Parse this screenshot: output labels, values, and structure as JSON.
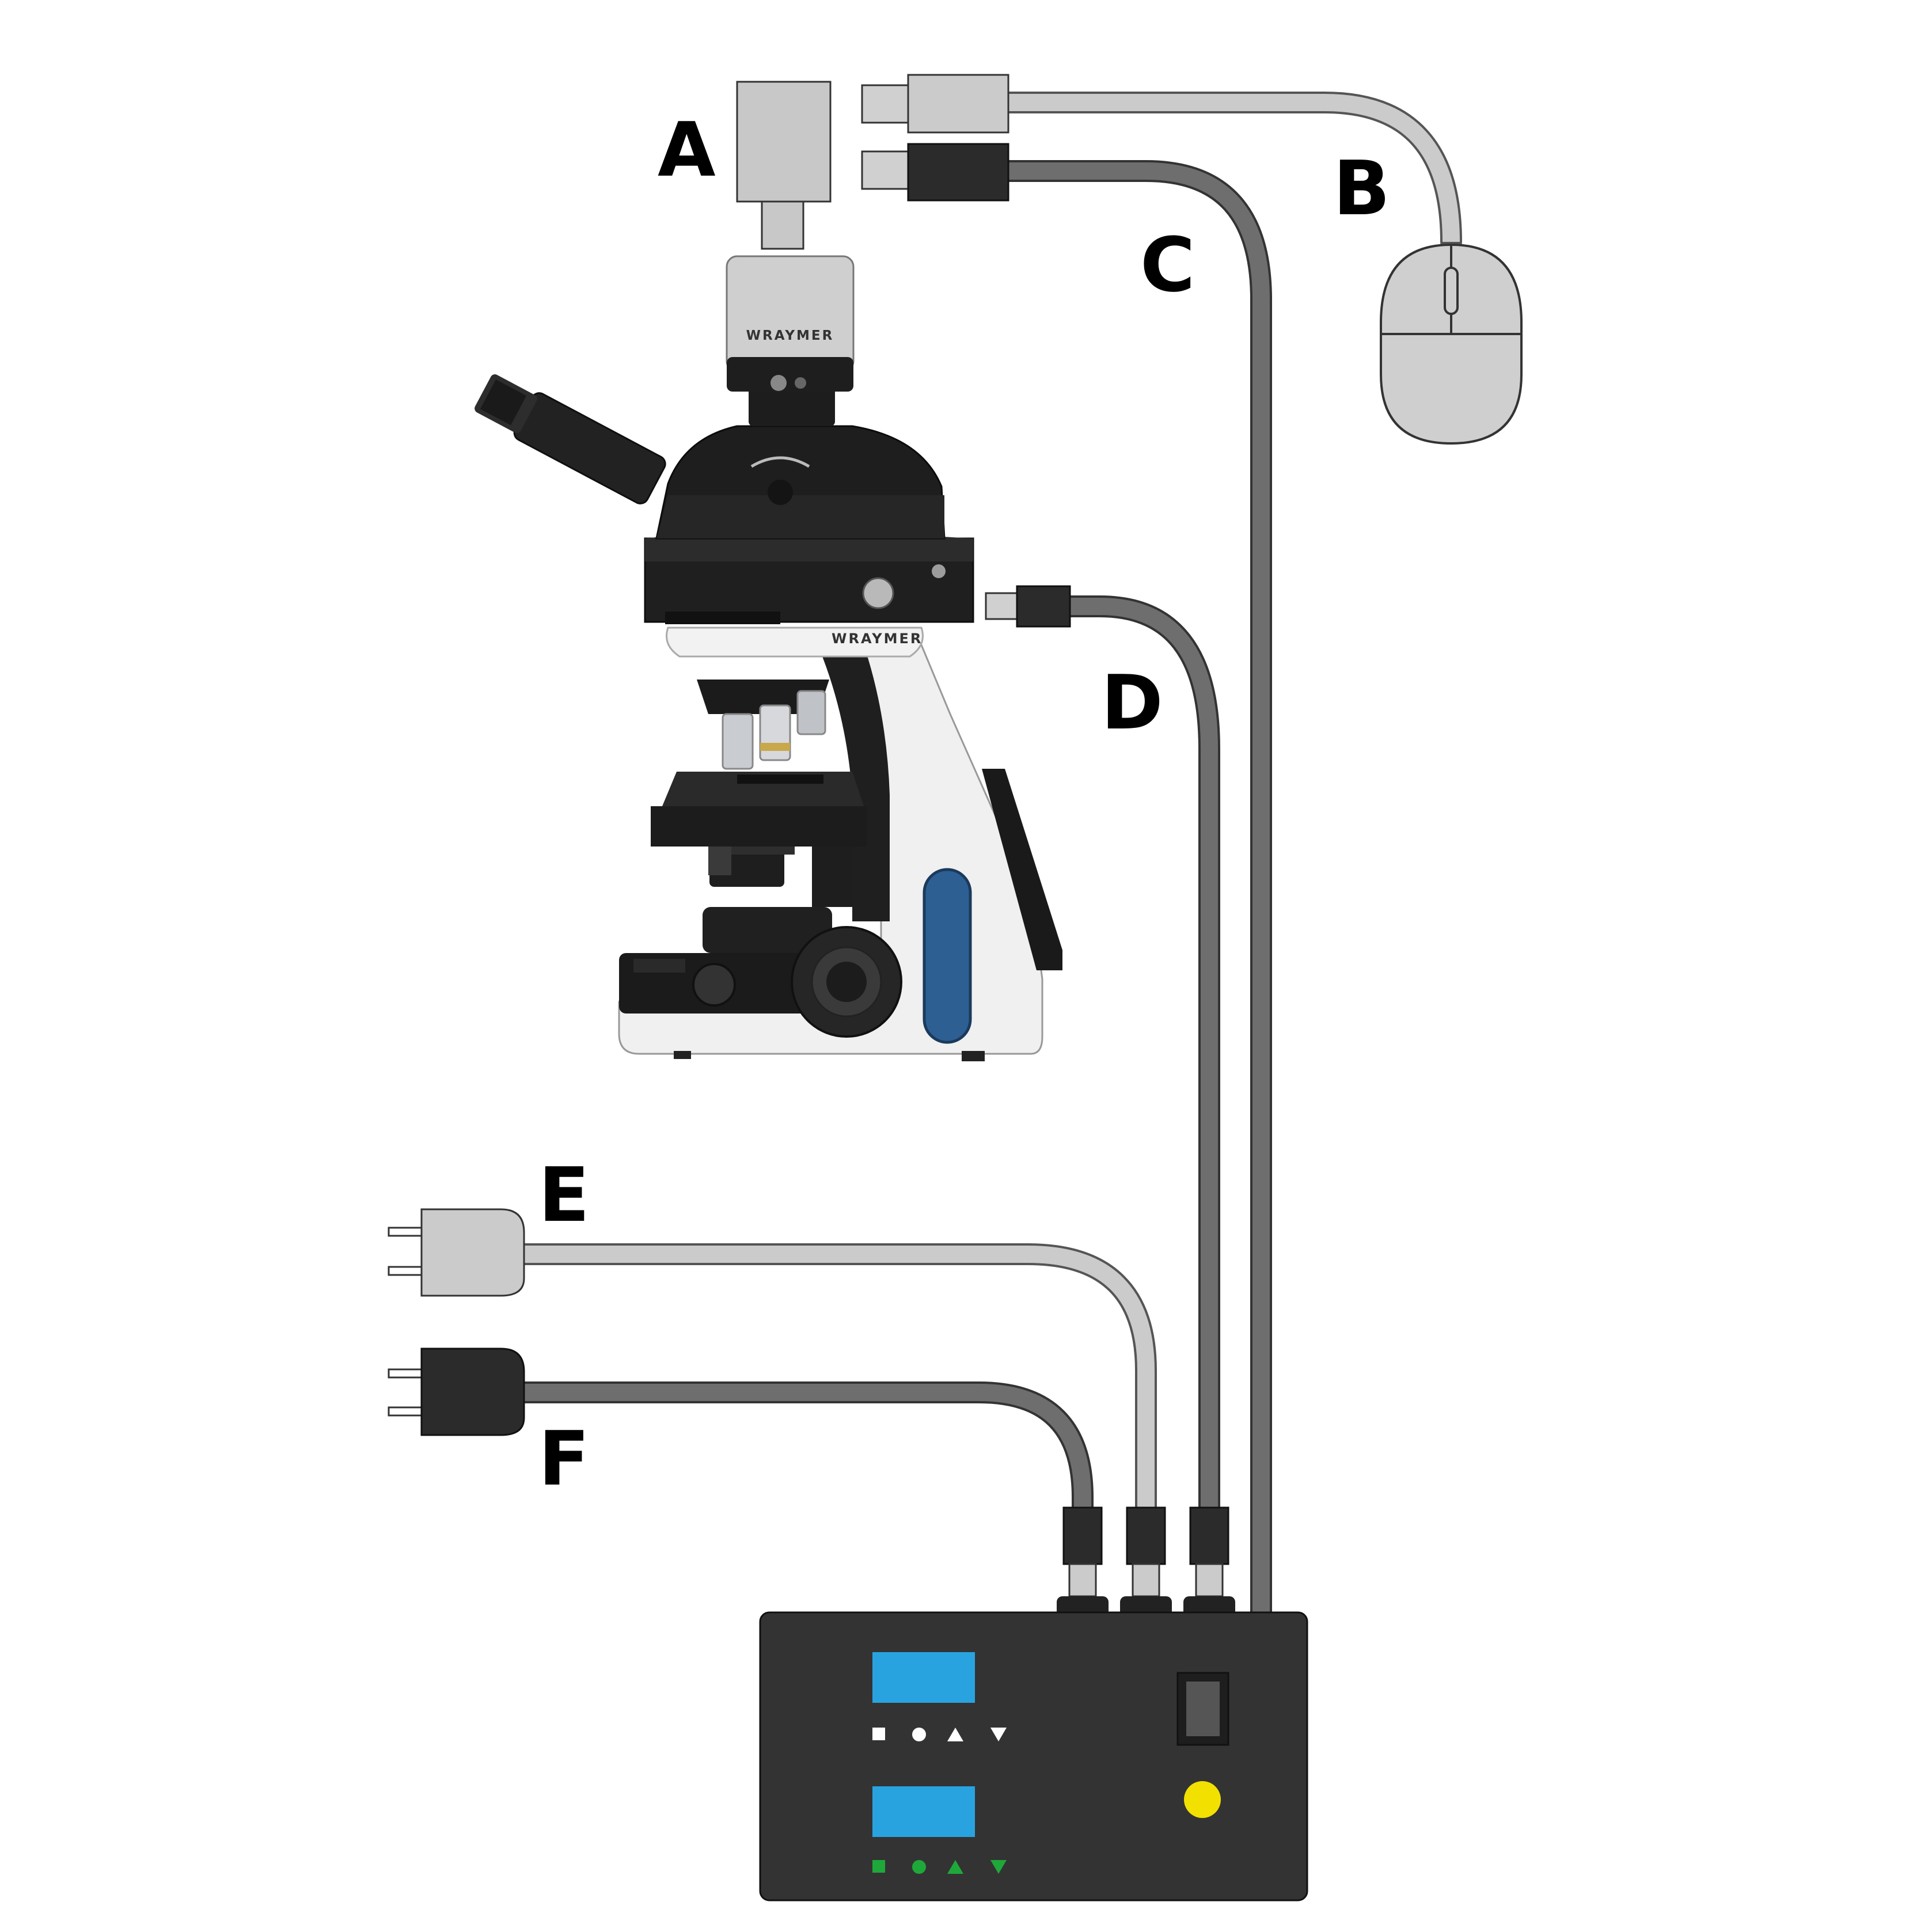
{
  "labels": {
    "a": "A",
    "b": "B",
    "c": "C",
    "d": "D",
    "e": "E",
    "f": "F"
  },
  "brand": {
    "camera": "WRAYMER",
    "microscope": "WRAYMER"
  },
  "icons": {
    "monitor_adapter": "ac-adapter-icon",
    "mouse": "mouse-icon",
    "control_buttons": [
      "square-icon",
      "circle-icon",
      "triangle-up-icon",
      "triangle-down-icon"
    ],
    "power_switch": "rocker-switch-icon",
    "indicator": "indicator-light-icon"
  },
  "colors": {
    "cable_light": "#c8c8c8",
    "cable_dark": "#6e6e6e",
    "connector_dark": "#2b2b2b",
    "controller_body": "#333333",
    "display": "#29a3e0",
    "indicator": "#f2e000",
    "button_set_1": "#ffffff",
    "button_set_2": "#1fa83a",
    "microscope_blue": "#2d5f93"
  }
}
